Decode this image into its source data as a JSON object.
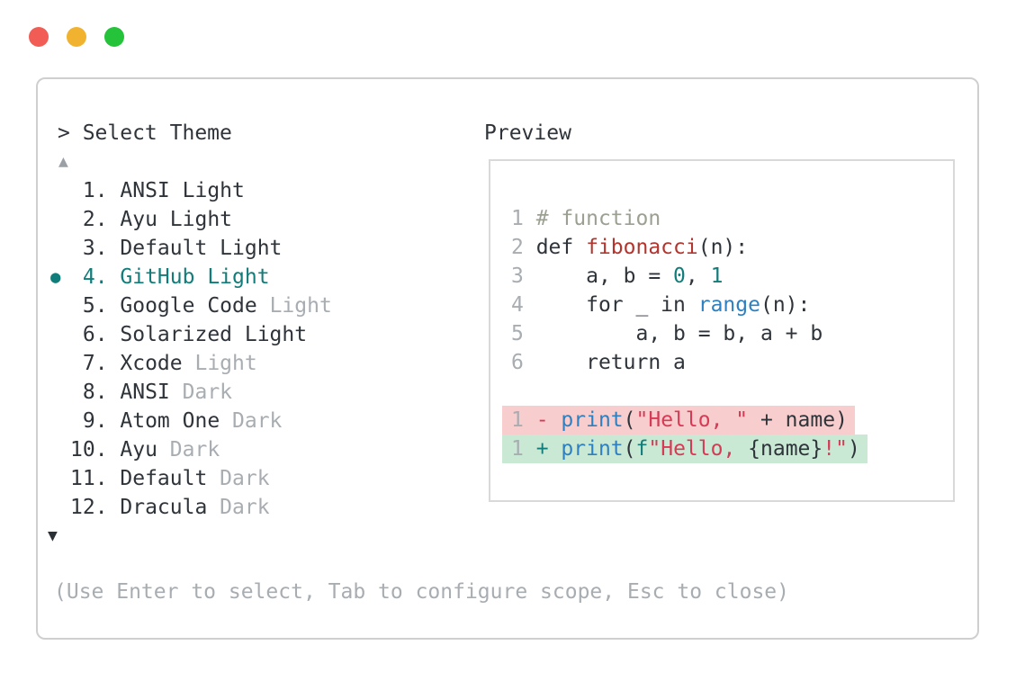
{
  "colors": {
    "text_dark": "#2f343a",
    "text_gray": "#a8adb2",
    "comment": "#9ba092",
    "keyword_red": "#b2352e",
    "string_red": "#d63a55",
    "func_blue": "#2e80c0",
    "accent_teal": "#117d7a",
    "diff_del_bg": "#f7cdcd",
    "diff_add_bg": "#c9e9d5",
    "panel_border": "#cfcfcf",
    "preview_border": "#d9d9d9",
    "line_number": "#a8adb2",
    "arrow_up": "#9aa0a6",
    "arrow_down": "#2b3036"
  },
  "window": {
    "traffic_lights": [
      {
        "name": "close",
        "color": "#f15c55"
      },
      {
        "name": "minimize",
        "color": "#f1b32f"
      },
      {
        "name": "zoom",
        "color": "#24c33a"
      }
    ]
  },
  "palette": {
    "title": "> Select Theme",
    "scroll_up_glyph": "▲",
    "scroll_down_glyph": "▼",
    "selected_bullet_glyph": "●",
    "help_text": "(Use Enter to select, Tab to configure scope, Esc to close)",
    "items": [
      {
        "num": " 1.",
        "selected": false,
        "segments": [
          {
            "t": "ANSI Light",
            "c": "dark"
          }
        ]
      },
      {
        "num": " 2.",
        "selected": false,
        "segments": [
          {
            "t": "Ayu Light",
            "c": "dark"
          }
        ]
      },
      {
        "num": " 3.",
        "selected": false,
        "segments": [
          {
            "t": "Default Light",
            "c": "dark"
          }
        ]
      },
      {
        "num": " 4.",
        "selected": true,
        "segments": [
          {
            "t": "GitHub Light",
            "c": "teal"
          }
        ]
      },
      {
        "num": " 5.",
        "selected": false,
        "segments": [
          {
            "t": "Google Code ",
            "c": "dark"
          },
          {
            "t": "Light",
            "c": "gray"
          }
        ]
      },
      {
        "num": " 6.",
        "selected": false,
        "segments": [
          {
            "t": "Solarized Light",
            "c": "dark"
          }
        ]
      },
      {
        "num": " 7.",
        "selected": false,
        "segments": [
          {
            "t": "Xcode ",
            "c": "dark"
          },
          {
            "t": "Light",
            "c": "gray"
          }
        ]
      },
      {
        "num": " 8.",
        "selected": false,
        "segments": [
          {
            "t": "ANSI ",
            "c": "dark"
          },
          {
            "t": "Dark",
            "c": "gray"
          }
        ]
      },
      {
        "num": " 9.",
        "selected": false,
        "segments": [
          {
            "t": "Atom One ",
            "c": "dark"
          },
          {
            "t": "Dark",
            "c": "gray"
          }
        ]
      },
      {
        "num": "10.",
        "selected": false,
        "segments": [
          {
            "t": "Ayu ",
            "c": "dark"
          },
          {
            "t": "Dark",
            "c": "gray"
          }
        ]
      },
      {
        "num": "11.",
        "selected": false,
        "segments": [
          {
            "t": "Default ",
            "c": "dark"
          },
          {
            "t": "Dark",
            "c": "gray"
          }
        ]
      },
      {
        "num": "12.",
        "selected": false,
        "segments": [
          {
            "t": "Dracula ",
            "c": "dark"
          },
          {
            "t": "Dark",
            "c": "gray"
          }
        ]
      }
    ]
  },
  "preview": {
    "label": "Preview",
    "code_lines": [
      {
        "num": "1",
        "diff": "",
        "tokens": [
          {
            "t": "# function",
            "c": "comment"
          }
        ]
      },
      {
        "num": "2",
        "diff": "",
        "tokens": [
          {
            "t": "def ",
            "c": "dark"
          },
          {
            "t": "fibonacci",
            "c": "red"
          },
          {
            "t": "(n):",
            "c": "dark"
          }
        ]
      },
      {
        "num": "3",
        "diff": "",
        "tokens": [
          {
            "t": "    a, b = ",
            "c": "dark"
          },
          {
            "t": "0",
            "c": "teal"
          },
          {
            "t": ", ",
            "c": "dark"
          },
          {
            "t": "1",
            "c": "teal"
          }
        ]
      },
      {
        "num": "4",
        "diff": "",
        "tokens": [
          {
            "t": "    for _ in ",
            "c": "dark"
          },
          {
            "t": "range",
            "c": "blue"
          },
          {
            "t": "(n):",
            "c": "dark"
          }
        ]
      },
      {
        "num": "5",
        "diff": "",
        "tokens": [
          {
            "t": "        a, b = b, a + b",
            "c": "dark"
          }
        ]
      },
      {
        "num": "6",
        "diff": "",
        "tokens": [
          {
            "t": "    return a",
            "c": "dark"
          }
        ]
      },
      {
        "num": "",
        "diff": "",
        "tokens": []
      },
      {
        "num": "1",
        "diff": "del",
        "tokens": [
          {
            "t": "- ",
            "c": "string"
          },
          {
            "t": "print",
            "c": "blue"
          },
          {
            "t": "(",
            "c": "dark"
          },
          {
            "t": "\"Hello, \"",
            "c": "string"
          },
          {
            "t": " + name)",
            "c": "dark"
          }
        ]
      },
      {
        "num": "1",
        "diff": "add",
        "tokens": [
          {
            "t": "+ ",
            "c": "teal"
          },
          {
            "t": "print",
            "c": "blue"
          },
          {
            "t": "(",
            "c": "dark"
          },
          {
            "t": "f",
            "c": "teal"
          },
          {
            "t": "\"Hello, ",
            "c": "string"
          },
          {
            "t": "{name}",
            "c": "dark"
          },
          {
            "t": "!\"",
            "c": "string"
          },
          {
            "t": ")",
            "c": "dark"
          }
        ]
      }
    ]
  }
}
